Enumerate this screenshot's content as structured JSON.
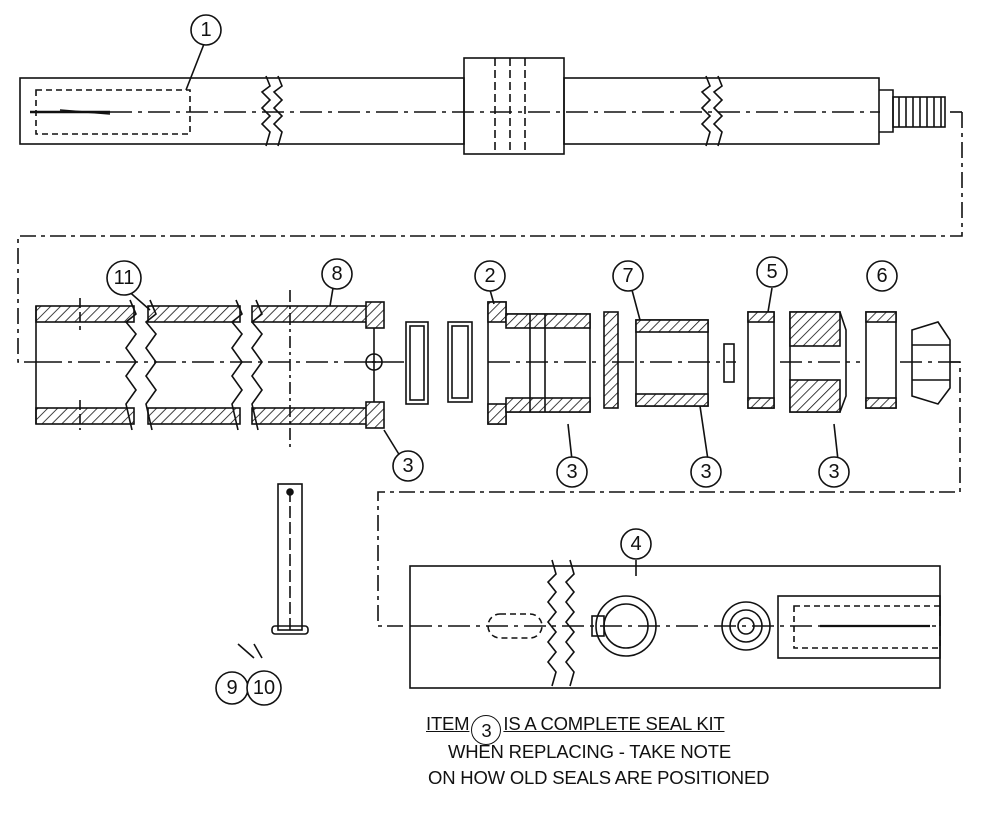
{
  "balloons": [
    {
      "id": "b1",
      "label": "1"
    },
    {
      "id": "b11",
      "label": "11"
    },
    {
      "id": "b8",
      "label": "8"
    },
    {
      "id": "b2",
      "label": "2"
    },
    {
      "id": "b7",
      "label": "7"
    },
    {
      "id": "b5",
      "label": "5"
    },
    {
      "id": "b6",
      "label": "6"
    },
    {
      "id": "b3a",
      "label": "3"
    },
    {
      "id": "b3b",
      "label": "3"
    },
    {
      "id": "b3c",
      "label": "3"
    },
    {
      "id": "b3d",
      "label": "3"
    },
    {
      "id": "b4",
      "label": "4"
    },
    {
      "id": "b9",
      "label": "9"
    },
    {
      "id": "b10",
      "label": "10"
    }
  ],
  "note": {
    "line1_prefix": "ITEM",
    "line1_item": "3",
    "line1_suffix": "IS A COMPLETE SEAL KIT",
    "line2": "WHEN REPLACING - TAKE NOTE",
    "line3": "ON HOW OLD SEALS ARE POSITIONED"
  },
  "colors": {
    "ink": "#111111",
    "background": "#ffffff"
  }
}
